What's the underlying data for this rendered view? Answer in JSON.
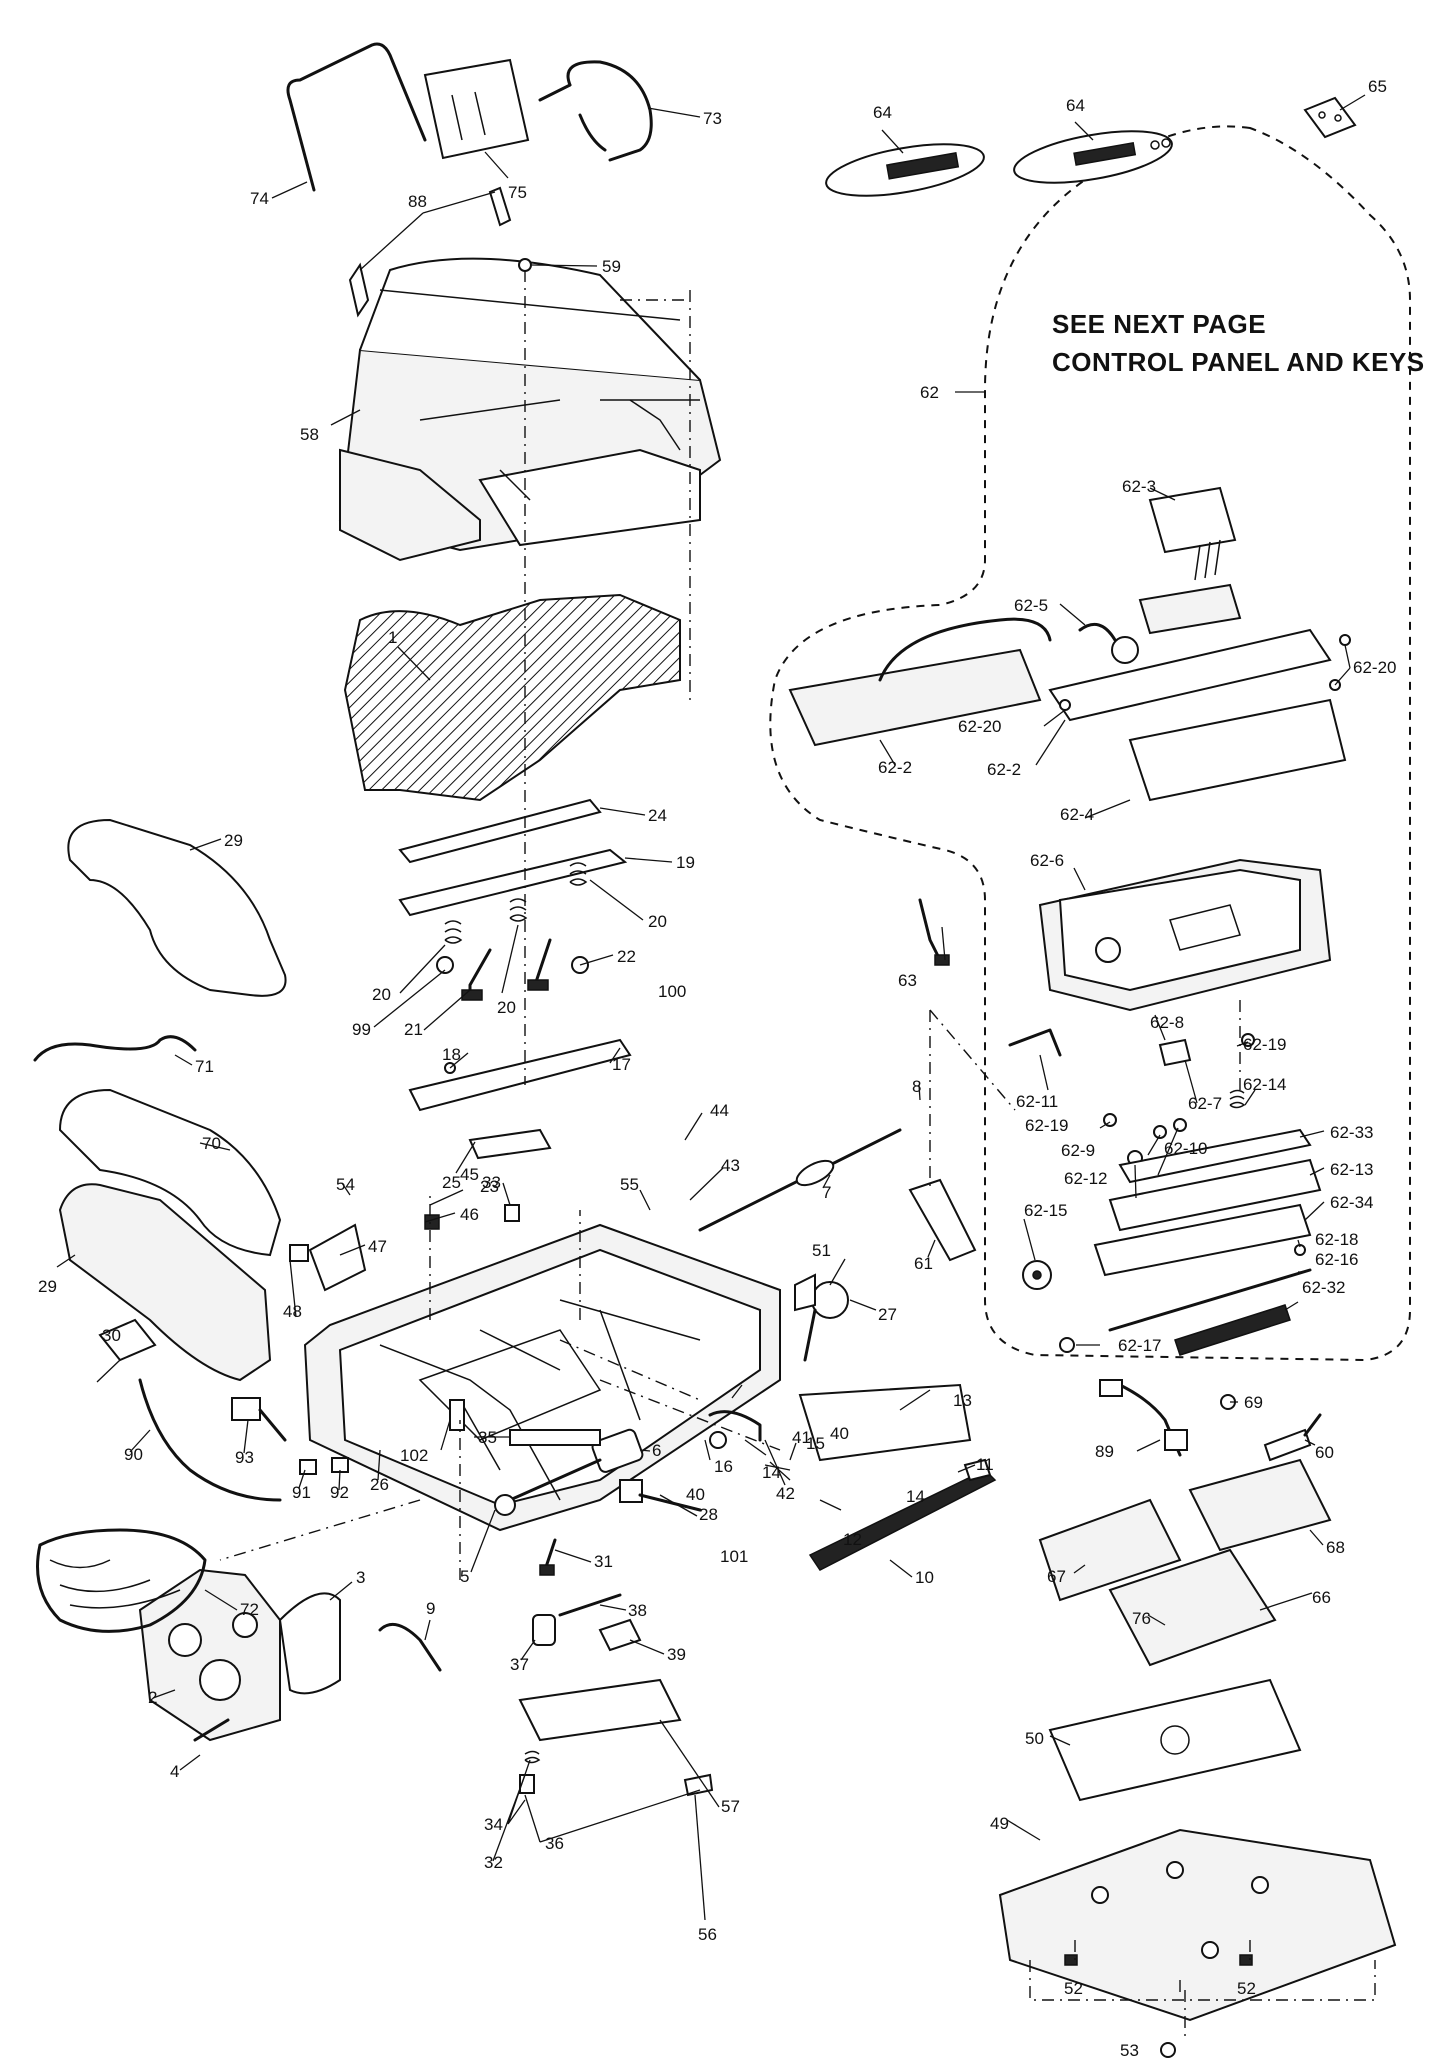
{
  "note": {
    "line1": "SEE NEXT PAGE",
    "line2": "CONTROL PANEL AND KEYS"
  },
  "labels": {
    "p1": "1",
    "p2": "2",
    "p3": "3",
    "p4": "4",
    "p5": "5",
    "p6": "6",
    "p7": "7",
    "p8": "8",
    "p9": "9",
    "p10": "10",
    "p11": "11",
    "p12": "12",
    "p13": "13",
    "p14a": "14",
    "p14b": "14",
    "p15": "15",
    "p16": "16",
    "p17": "17",
    "p18": "18",
    "p19": "19",
    "p20a": "20",
    "p20b": "20",
    "p20c": "20",
    "p21": "21",
    "p22": "22",
    "p23": "23",
    "p24": "24",
    "p25": "25",
    "p26": "26",
    "p27": "27",
    "p28": "28",
    "p29a": "29",
    "p29b": "29",
    "p30": "30",
    "p31": "31",
    "p32": "32",
    "p33": "33",
    "p34": "34",
    "p35": "35",
    "p36": "36",
    "p37": "37",
    "p38": "38",
    "p39": "39",
    "p40a": "40",
    "p40b": "40",
    "p41": "41",
    "p42": "42",
    "p43": "43",
    "p44": "44",
    "p45": "45",
    "p46": "46",
    "p47": "47",
    "p48": "48",
    "p49": "49",
    "p50": "50",
    "p51": "51",
    "p52a": "52",
    "p52b": "52",
    "p53": "53",
    "p54": "54",
    "p55": "55",
    "p56": "56",
    "p57": "57",
    "p58": "58",
    "p59": "59",
    "p60": "60",
    "p61": "61",
    "p62": "62",
    "p62_2a": "62-2",
    "p62_2b": "62-2",
    "p62_3": "62-3",
    "p62_4": "62-4",
    "p62_5": "62-5",
    "p62_6": "62-6",
    "p62_7": "62-7",
    "p62_8": "62-8",
    "p62_9": "62-9",
    "p62_10": "62-10",
    "p62_11": "62-11",
    "p62_12": "62-12",
    "p62_13": "62-13",
    "p62_14": "62-14",
    "p62_15": "62-15",
    "p62_16": "62-16",
    "p62_17": "62-17",
    "p62_18": "62-18",
    "p62_19a": "62-19",
    "p62_19b": "62-19",
    "p62_20a": "62-20",
    "p62_20b": "62-20",
    "p62_32": "62-32",
    "p62_33": "62-33",
    "p62_34": "62-34",
    "p63": "63",
    "p64a": "64",
    "p64b": "64",
    "p65": "65",
    "p66": "66",
    "p67": "67",
    "p68": "68",
    "p69": "69",
    "p70": "70",
    "p71": "71",
    "p72": "72",
    "p73": "73",
    "p74": "74",
    "p75": "75",
    "p76": "76",
    "p88": "88",
    "p89": "89",
    "p90": "90",
    "p91": "91",
    "p92": "92",
    "p93": "93",
    "p99": "99",
    "p100": "100",
    "p101": "101",
    "p102": "102"
  }
}
